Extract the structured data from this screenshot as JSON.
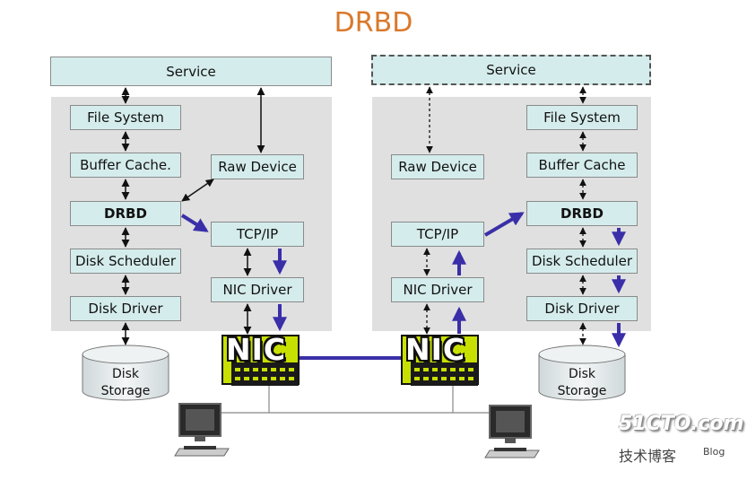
{
  "title": "DRBD",
  "left_node": {
    "service": "Service",
    "file_system": "File System",
    "buffer_cache": "Buffer Cache.",
    "drbd": "DRBD",
    "disk_scheduler": "Disk Scheduler",
    "disk_driver": "Disk Driver",
    "raw_device": "Raw Device",
    "tcp_ip": "TCP/IP",
    "nic_driver": "NIC Driver",
    "nic": "NIC",
    "disk_storage_line1": "Disk",
    "disk_storage_line2": "Storage"
  },
  "right_node": {
    "service": "Service",
    "file_system": "File System",
    "buffer_cache": "Buffer Cache",
    "drbd": "DRBD",
    "disk_scheduler": "Disk Scheduler",
    "disk_driver": "Disk Driver",
    "raw_device": "Raw Device",
    "tcp_ip": "TCP/IP",
    "nic_driver": "NIC Driver",
    "nic": "NIC",
    "disk_storage_line1": "Disk",
    "disk_storage_line2": "Storage"
  },
  "watermark": {
    "site": "51CTO.com",
    "subtitle": "技术博客",
    "blog": "Blog"
  },
  "colors": {
    "title": "#d9792d",
    "box_fill": "#d5ecec",
    "panel_fill": "#e0e0e0",
    "replication_arrow": "#3a2fa8",
    "nic_chip": "#c8e000"
  }
}
